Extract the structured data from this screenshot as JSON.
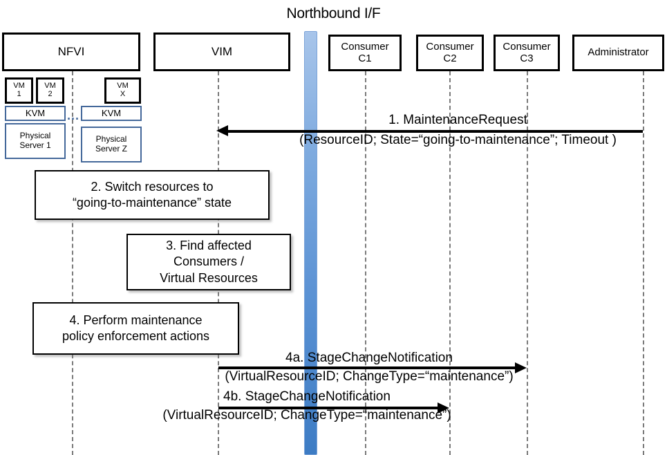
{
  "diagram": {
    "title": "Northbound I/F",
    "type": "sequence-diagram"
  },
  "actors": [
    {
      "id": "nfvi",
      "label": "NFVI"
    },
    {
      "id": "vim",
      "label": "VIM"
    },
    {
      "id": "c1",
      "label": "Consumer\nC1",
      "line1": "Consumer",
      "line2": "C1"
    },
    {
      "id": "c2",
      "label": "Consumer\nC2",
      "line1": "Consumer",
      "line2": "C2"
    },
    {
      "id": "c3",
      "label": "Consumer\nC3",
      "line1": "Consumer",
      "line2": "C3"
    },
    {
      "id": "admin",
      "label": "Administrator",
      "line1": "Administrator",
      "line2": ""
    }
  ],
  "nfvi_internals": {
    "vms": [
      {
        "id": "vm1",
        "line1": "VM",
        "line2": "1"
      },
      {
        "id": "vm2",
        "line1": "VM",
        "line2": "2"
      },
      {
        "id": "vmx",
        "line1": "VM",
        "line2": "X"
      }
    ],
    "hypervisors": [
      {
        "id": "kvm-left",
        "label": "KVM"
      },
      {
        "id": "kvm-right",
        "label": "KVM"
      }
    ],
    "servers": [
      {
        "id": "server1",
        "line1": "Physical",
        "line2": "Server 1"
      },
      {
        "id": "serverz",
        "line1": "Physical",
        "line2": "Server Z"
      }
    ],
    "ellipsis": "..."
  },
  "notes": [
    {
      "id": "note-2",
      "line1": "2. Switch resources to",
      "line2": "“going-to-maintenance” state"
    },
    {
      "id": "note-3",
      "line1": "3. Find affected",
      "line2": "Consumers /",
      "line3": "Virtual Resources"
    },
    {
      "id": "note-4",
      "line1": "4. Perform maintenance",
      "line2": "policy enforcement actions"
    }
  ],
  "messages": [
    {
      "id": "msg-1",
      "number": "1.",
      "name": "MaintenanceRequest",
      "label_line1": "1.    MaintenanceRequest",
      "label_line2": "(ResourceID; State=“going-to-maintenance”; Timeout )",
      "from": "Administrator",
      "to": "VIM",
      "direction": "left"
    },
    {
      "id": "msg-4a",
      "number": "4a.",
      "name": "StageChangeNotification",
      "label_line1": "4a. StageChangeNotification",
      "label_line2": "(VirtualResourceID; ChangeType=“maintenance”)",
      "from": "VIM",
      "to": "Consumer C3",
      "direction": "right"
    },
    {
      "id": "msg-4b",
      "number": "4b.",
      "name": "StageChangeNotification",
      "label_line1": "4b. StageChangeNotification",
      "label_line2": "(VirtualResourceID; ChangeType=“maintenance”)",
      "from": "VIM",
      "to": "Consumer C2",
      "direction": "right"
    }
  ],
  "colors": {
    "blue_bar_top": "#a8c5ea",
    "blue_bar_bottom": "#3d7cc4",
    "box_border": "#000000",
    "server_border": "#44689a",
    "lifeline": "#7a7a7a"
  }
}
